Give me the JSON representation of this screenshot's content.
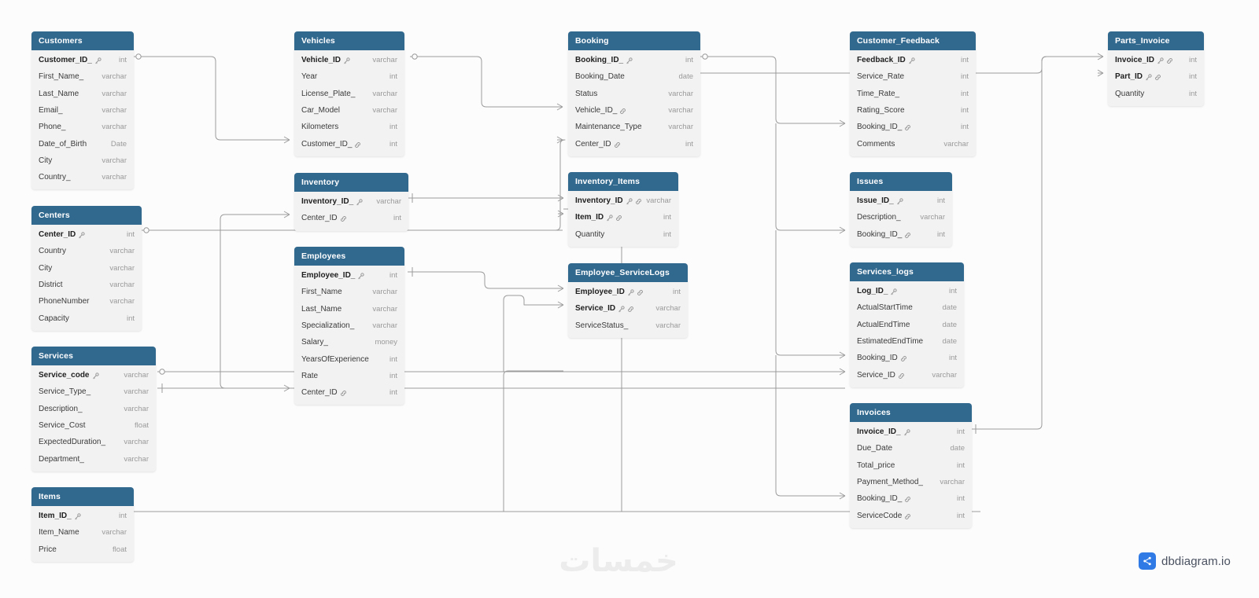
{
  "diagram": {
    "tool": "dbdiagram.io",
    "watermark": "خمسات",
    "icons": {
      "primary_key": "key-icon",
      "foreign_key": "link-icon"
    }
  },
  "tables": [
    {
      "id": "customers",
      "name": "Customers",
      "fields": [
        {
          "name": "Customer_ID_",
          "type": "int",
          "pk": true,
          "fk": false
        },
        {
          "name": "First_Name_",
          "type": "varchar",
          "pk": false,
          "fk": false
        },
        {
          "name": "Last_Name",
          "type": "varchar",
          "pk": false,
          "fk": false
        },
        {
          "name": "Email_",
          "type": "varchar",
          "pk": false,
          "fk": false
        },
        {
          "name": "Phone_",
          "type": "varchar",
          "pk": false,
          "fk": false
        },
        {
          "name": "Date_of_Birth",
          "type": "Date",
          "pk": false,
          "fk": false
        },
        {
          "name": "City",
          "type": "varchar",
          "pk": false,
          "fk": false
        },
        {
          "name": "Country_",
          "type": "varchar",
          "pk": false,
          "fk": false
        }
      ]
    },
    {
      "id": "centers",
      "name": "Centers",
      "fields": [
        {
          "name": "Center_ID",
          "type": "int",
          "pk": true,
          "fk": false
        },
        {
          "name": "Country",
          "type": "varchar",
          "pk": false,
          "fk": false
        },
        {
          "name": "City",
          "type": "varchar",
          "pk": false,
          "fk": false
        },
        {
          "name": "District",
          "type": "varchar",
          "pk": false,
          "fk": false
        },
        {
          "name": "PhoneNumber",
          "type": "varchar",
          "pk": false,
          "fk": false
        },
        {
          "name": "Capacity",
          "type": "int",
          "pk": false,
          "fk": false
        }
      ]
    },
    {
      "id": "services",
      "name": "Services",
      "fields": [
        {
          "name": "Service_code",
          "type": "varchar",
          "pk": true,
          "fk": false
        },
        {
          "name": "Service_Type_",
          "type": "varchar",
          "pk": false,
          "fk": false
        },
        {
          "name": "Description_",
          "type": "varchar",
          "pk": false,
          "fk": false
        },
        {
          "name": "Service_Cost",
          "type": "float",
          "pk": false,
          "fk": false
        },
        {
          "name": "ExpectedDuration_",
          "type": "varchar",
          "pk": false,
          "fk": false
        },
        {
          "name": "Department_",
          "type": "varchar",
          "pk": false,
          "fk": false
        }
      ]
    },
    {
      "id": "items",
      "name": "Items",
      "fields": [
        {
          "name": "Item_ID_",
          "type": "int",
          "pk": true,
          "fk": false
        },
        {
          "name": "Item_Name",
          "type": "varchar",
          "pk": false,
          "fk": false
        },
        {
          "name": "Price",
          "type": "float",
          "pk": false,
          "fk": false
        }
      ]
    },
    {
      "id": "vehicles",
      "name": "Vehicles",
      "fields": [
        {
          "name": "Vehicle_ID",
          "type": "varchar",
          "pk": true,
          "fk": false
        },
        {
          "name": "Year",
          "type": "int",
          "pk": false,
          "fk": false
        },
        {
          "name": "License_Plate_",
          "type": "varchar",
          "pk": false,
          "fk": false
        },
        {
          "name": "Car_Model",
          "type": "varchar",
          "pk": false,
          "fk": false
        },
        {
          "name": "Kilometers",
          "type": "int",
          "pk": false,
          "fk": false
        },
        {
          "name": "Customer_ID_",
          "type": "int",
          "pk": false,
          "fk": true
        }
      ]
    },
    {
      "id": "inventory",
      "name": "Inventory",
      "fields": [
        {
          "name": "Inventory_ID_",
          "type": "varchar",
          "pk": true,
          "fk": false
        },
        {
          "name": "Center_ID",
          "type": "int",
          "pk": false,
          "fk": true
        }
      ]
    },
    {
      "id": "employees",
      "name": "Employees",
      "fields": [
        {
          "name": "Employee_ID_",
          "type": "int",
          "pk": true,
          "fk": false
        },
        {
          "name": "First_Name",
          "type": "varchar",
          "pk": false,
          "fk": false
        },
        {
          "name": "Last_Name",
          "type": "varchar",
          "pk": false,
          "fk": false
        },
        {
          "name": "Specialization_",
          "type": "varchar",
          "pk": false,
          "fk": false
        },
        {
          "name": "Salary_",
          "type": "money",
          "pk": false,
          "fk": false
        },
        {
          "name": "YearsOfExperience",
          "type": "int",
          "pk": false,
          "fk": false
        },
        {
          "name": "Rate",
          "type": "int",
          "pk": false,
          "fk": false
        },
        {
          "name": "Center_ID",
          "type": "int",
          "pk": false,
          "fk": true
        }
      ]
    },
    {
      "id": "booking",
      "name": "Booking",
      "fields": [
        {
          "name": "Booking_ID_",
          "type": "int",
          "pk": true,
          "fk": false
        },
        {
          "name": "Booking_Date",
          "type": "date",
          "pk": false,
          "fk": false
        },
        {
          "name": "Status",
          "type": "varchar",
          "pk": false,
          "fk": false
        },
        {
          "name": "Vehicle_ID_",
          "type": "varchar",
          "pk": false,
          "fk": true
        },
        {
          "name": "Maintenance_Type",
          "type": "varchar",
          "pk": false,
          "fk": false
        },
        {
          "name": "Center_ID",
          "type": "int",
          "pk": false,
          "fk": true
        }
      ]
    },
    {
      "id": "inventory_items",
      "name": "Inventory_Items",
      "fields": [
        {
          "name": "Inventory_ID",
          "type": "varchar",
          "pk": true,
          "fk": true
        },
        {
          "name": "Item_ID",
          "type": "int",
          "pk": true,
          "fk": true
        },
        {
          "name": "Quantity",
          "type": "int",
          "pk": false,
          "fk": false
        }
      ]
    },
    {
      "id": "employee_servicelogs",
      "name": "Employee_ServiceLogs",
      "fields": [
        {
          "name": "Employee_ID",
          "type": "int",
          "pk": true,
          "fk": true
        },
        {
          "name": "Service_ID",
          "type": "varchar",
          "pk": true,
          "fk": true
        },
        {
          "name": "ServiceStatus_",
          "type": "varchar",
          "pk": false,
          "fk": false
        }
      ]
    },
    {
      "id": "customer_feedback",
      "name": "Customer_Feedback",
      "fields": [
        {
          "name": "Feedback_ID",
          "type": "int",
          "pk": true,
          "fk": false
        },
        {
          "name": "Service_Rate",
          "type": "int",
          "pk": false,
          "fk": false
        },
        {
          "name": "Time_Rate_",
          "type": "int",
          "pk": false,
          "fk": false
        },
        {
          "name": "Rating_Score",
          "type": "int",
          "pk": false,
          "fk": false
        },
        {
          "name": "Booking_ID_",
          "type": "int",
          "pk": false,
          "fk": true
        },
        {
          "name": "Comments",
          "type": "varchar",
          "pk": false,
          "fk": false
        }
      ]
    },
    {
      "id": "issues",
      "name": "Issues",
      "fields": [
        {
          "name": "Issue_ID_",
          "type": "int",
          "pk": true,
          "fk": false
        },
        {
          "name": "Description_",
          "type": "varchar",
          "pk": false,
          "fk": false
        },
        {
          "name": "Booking_ID_",
          "type": "int",
          "pk": false,
          "fk": true
        }
      ]
    },
    {
      "id": "services_logs",
      "name": "Services_logs",
      "fields": [
        {
          "name": "Log_ID_",
          "type": "int",
          "pk": true,
          "fk": false
        },
        {
          "name": "ActualStartTime",
          "type": "date",
          "pk": false,
          "fk": false
        },
        {
          "name": "ActualEndTime",
          "type": "date",
          "pk": false,
          "fk": false
        },
        {
          "name": "EstimatedEndTime",
          "type": "date",
          "pk": false,
          "fk": false
        },
        {
          "name": "Booking_ID",
          "type": "int",
          "pk": false,
          "fk": true
        },
        {
          "name": "Service_ID",
          "type": "varchar",
          "pk": false,
          "fk": true
        }
      ]
    },
    {
      "id": "invoices",
      "name": "Invoices",
      "fields": [
        {
          "name": "Invoice_ID_",
          "type": "int",
          "pk": true,
          "fk": false
        },
        {
          "name": "Due_Date",
          "type": "date",
          "pk": false,
          "fk": false
        },
        {
          "name": "Total_price",
          "type": "int",
          "pk": false,
          "fk": false
        },
        {
          "name": "Payment_Method_",
          "type": "varchar",
          "pk": false,
          "fk": false
        },
        {
          "name": "Booking_ID_",
          "type": "int",
          "pk": false,
          "fk": true
        },
        {
          "name": "ServiceCode",
          "type": "int",
          "pk": false,
          "fk": true
        }
      ]
    },
    {
      "id": "parts_invoice",
      "name": "Parts_Invoice",
      "fields": [
        {
          "name": "Invoice_ID",
          "type": "int",
          "pk": true,
          "fk": true
        },
        {
          "name": "Part_ID",
          "type": "int",
          "pk": true,
          "fk": true
        },
        {
          "name": "Quantity",
          "type": "int",
          "pk": false,
          "fk": false
        }
      ]
    }
  ],
  "colors": {
    "header": "#31688e",
    "body": "#f2f2f2",
    "line": "#9b9b9b",
    "brand": "#2f7ae5"
  }
}
